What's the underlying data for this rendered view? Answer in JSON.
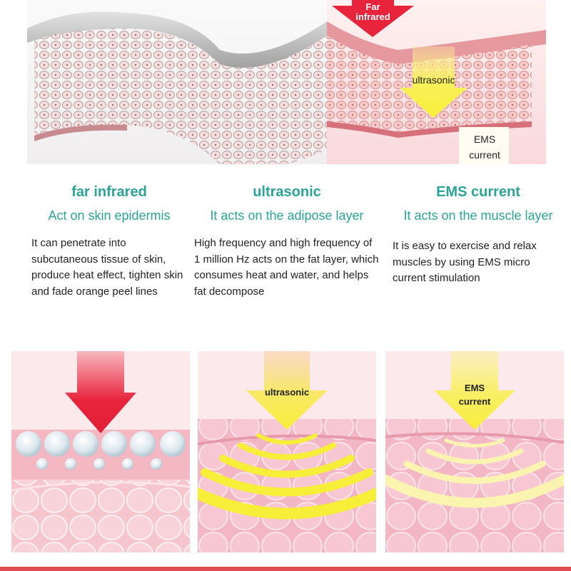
{
  "hero": {
    "far_infrared_label_line1": "Far",
    "far_infrared_label_line2": "infrared",
    "ultrasonic_label": "ultrasonic",
    "ems_label_line1": "EMS",
    "ems_label_line2": "current",
    "colors": {
      "far_infrared_arrow": "#e8243c",
      "ultrasonic_arrow": "#f7f04a"
    }
  },
  "columns": [
    {
      "title": "far infrared",
      "subtitle": "Act on skin epidermis",
      "body": "It can penetrate into subcutaneous tissue of skin, produce heat effect, tighten skin and fade orange peel lines"
    },
    {
      "title": "ultrasonic",
      "subtitle": "It acts on the adipose layer",
      "body": "High frequency and high frequency of 1 million Hz acts on the fat layer, which consumes heat and water, and helps fat decompose"
    },
    {
      "title": "EMS current",
      "subtitle": "It acts on the muscle layer",
      "body": "It is easy to exercise and relax muscles by using EMS micro current stimulation"
    }
  ],
  "panels": [
    {
      "name": "far-infrared-panel",
      "arrow_color": "#e8243c"
    },
    {
      "name": "ultrasonic-panel",
      "label": "ultrasonic",
      "arrow_color": "#f7ee3a"
    },
    {
      "name": "ems-panel",
      "label_line1": "EMS",
      "label_line2": "current",
      "arrow_color": "#f7ee3a"
    }
  ],
  "theme": {
    "heading_color": "#2aa496",
    "body_color": "#222222",
    "accent_bar": "#e04a55"
  }
}
